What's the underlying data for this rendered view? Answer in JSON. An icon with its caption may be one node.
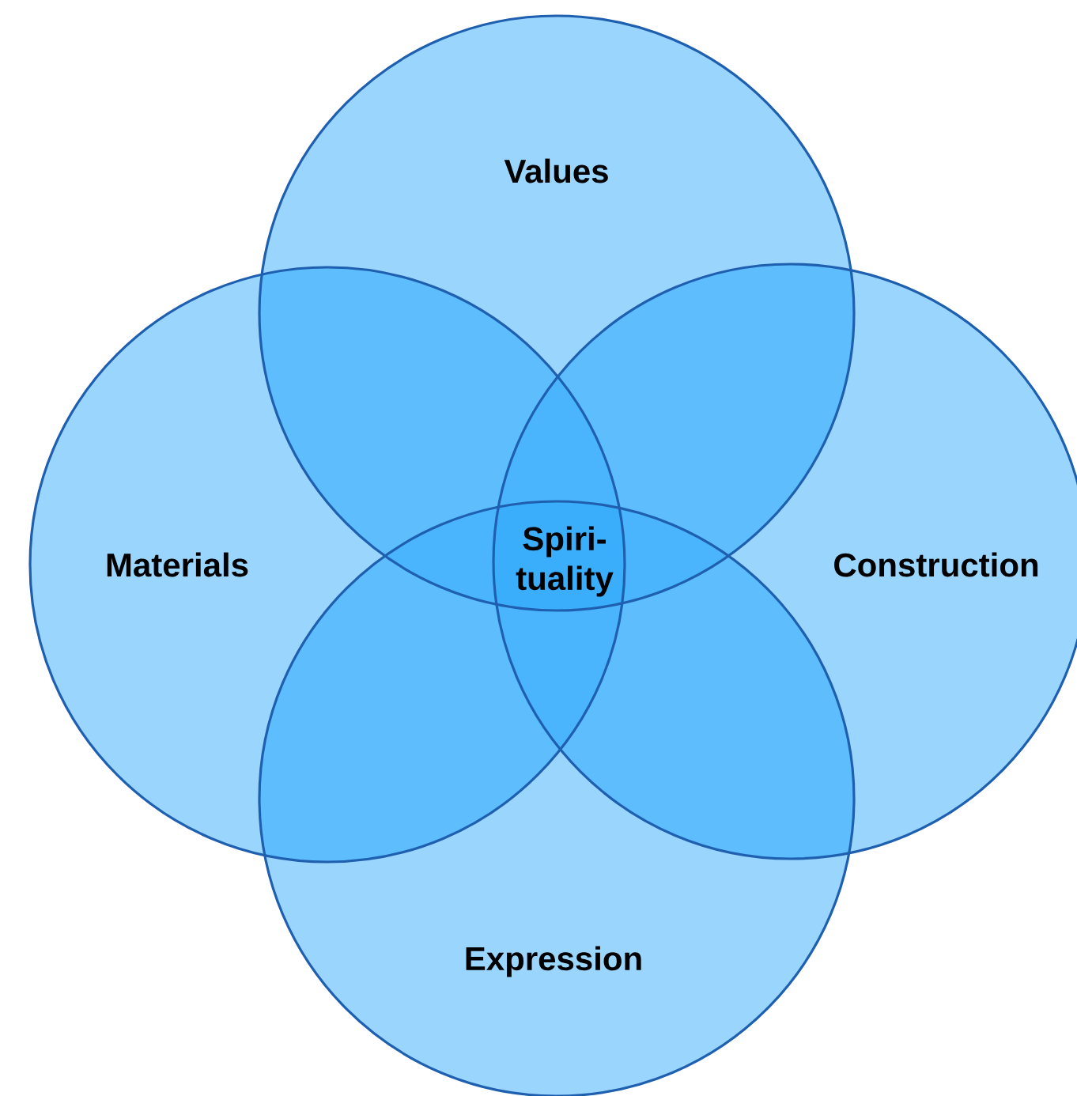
{
  "diagram": {
    "nodes": [
      {
        "text": [
          "Values"
        ]
      },
      {
        "text": [
          "Materials"
        ]
      },
      {
        "text": [
          "Construction"
        ]
      },
      {
        "text": [
          "Expression"
        ]
      }
    ],
    "labels": [
      "Spiri-tuality"
    ]
  }
}
